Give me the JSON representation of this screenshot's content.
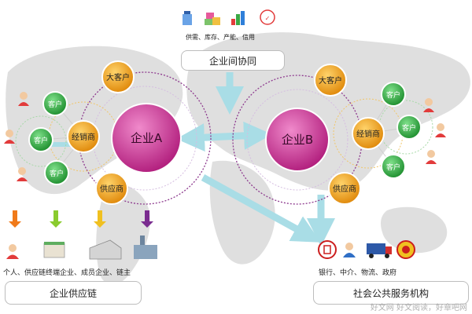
{
  "top_caption": "供需、库存、产能、信用",
  "top_label": "企业间协同",
  "left_group": {
    "main": "企业A",
    "big_customer": "大客户",
    "distributor": "经销商",
    "supplier": "供应商",
    "customers": [
      "客户",
      "客户",
      "客户"
    ]
  },
  "right_group": {
    "main": "企业B",
    "big_customer": "大客户",
    "distributor": "经销商",
    "supplier": "供应商",
    "customers": [
      "客户",
      "客户",
      "客户"
    ]
  },
  "chain_caption": "个人、供应链终端企业、成员企业、链主",
  "chain_label": "企业供应链",
  "service_caption": "银行、中介、物流、政府",
  "service_label": "社会公共服务机构",
  "watermark": "好文网 好文阅读，好章吧网",
  "colors": {
    "main_node": "#cc3399",
    "orange_node": "#f0a21e",
    "green_node": "#3aa845",
    "arrow": "#a9dde6",
    "map": "#d9d9d9"
  }
}
